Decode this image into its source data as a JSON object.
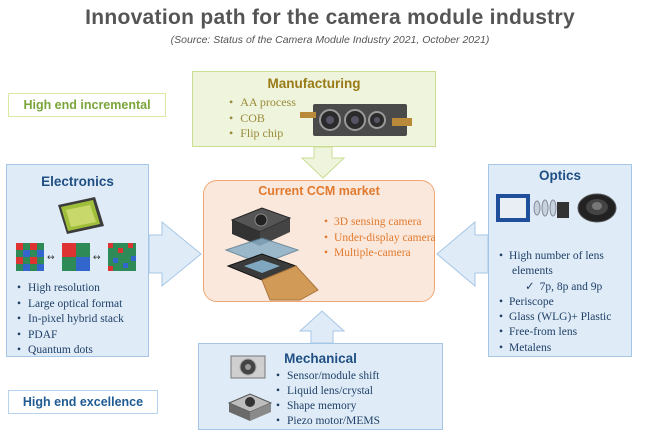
{
  "title": "Innovation path for the camera module industry",
  "subtitle": "(Source: Status of the Camera Module Industry 2021, October 2021)",
  "tags": {
    "high_end_incremental": "High end incremental",
    "high_end_excellence": "High end excellence"
  },
  "manufacturing": {
    "title": "Manufacturing",
    "items": [
      "AA process",
      "COB",
      "Flip chip"
    ]
  },
  "electronics": {
    "title": "Electronics",
    "items": [
      "High resolution",
      "Large optical format",
      "In-pixel hybrid stack",
      "PDAF",
      "Quantum dots"
    ]
  },
  "ccm": {
    "title": "Current CCM market",
    "items": [
      "3D sensing camera",
      "Under-display camera",
      "Multiple-camera"
    ]
  },
  "optics": {
    "title": "Optics",
    "items": [
      "High number of lens",
      "elements",
      "7p, 8p and 9p",
      "Periscope",
      "Glass (WLG)+ Plastic",
      "Free-from lens",
      "Metalens"
    ]
  },
  "mechanical": {
    "title": "Mechanical",
    "items": [
      "Sensor/module shift",
      "Liquid lens/crystal",
      "Shape memory",
      "Piezo motor/MEMS"
    ]
  },
  "colors": {
    "green_fill": "#eef5dc",
    "blue_fill": "#dfecf8",
    "orange_fill": "#fbe8dc",
    "orange_accent": "#e07a2e",
    "navy": "#1f4f83",
    "gold": "#9a7a16"
  }
}
